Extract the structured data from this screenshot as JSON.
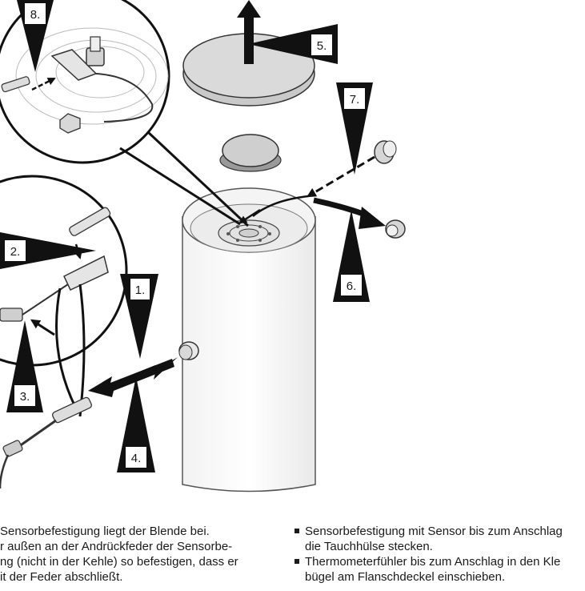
{
  "steps": {
    "s1": "1.",
    "s2": "2.",
    "s3": "3.",
    "s4": "4.",
    "s5": "5.",
    "s6": "6.",
    "s7": "7.",
    "s8": "8."
  },
  "instructions": {
    "left_lines": [
      "Sensorbefestigung liegt der Blende bei.",
      "r außen an der Andrückfeder der Sensorbe-",
      "ng (nicht in der Kehle) so befestigen, dass er",
      "it der Feder abschließt."
    ],
    "right_items": [
      {
        "lines": [
          "Sensorbefestigung mit Sensor bis zum Anschlag",
          "die Tauchhülse stecken."
        ]
      },
      {
        "lines": [
          "Thermometerfühler bis zum Anschlag in den Kle",
          "bügel am Flanschdeckel einschieben."
        ]
      }
    ]
  }
}
